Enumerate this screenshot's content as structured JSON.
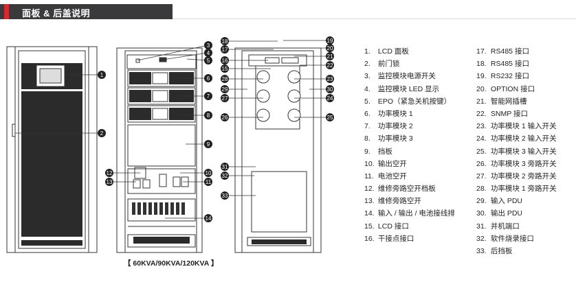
{
  "header": {
    "title": "面板 & 后盖说明"
  },
  "caption": "【 60KVA/90KVA/120KVA 】",
  "callouts_front": [
    "1",
    "2",
    "3",
    "4",
    "5",
    "6",
    "7",
    "8",
    "9",
    "10",
    "11",
    "12",
    "13",
    "14"
  ],
  "callouts_rear": [
    "15",
    "16",
    "17",
    "18",
    "19",
    "20",
    "21",
    "22",
    "23",
    "24",
    "25",
    "26",
    "27",
    "28",
    "29",
    "30",
    "31",
    "32",
    "33"
  ],
  "legend_left": [
    {
      "num": "1.",
      "label": "LCD 面板"
    },
    {
      "num": "2.",
      "label": "前门锁"
    },
    {
      "num": "3.",
      "label": "监控模块电源开关"
    },
    {
      "num": "4.",
      "label": "监控模块 LED 显示"
    },
    {
      "num": "5.",
      "label": "EPO（紧急关机按键）"
    },
    {
      "num": "6.",
      "label": "功率模块 1"
    },
    {
      "num": "7.",
      "label": "功率模块 2"
    },
    {
      "num": "8.",
      "label": "功率模块 3"
    },
    {
      "num": "9.",
      "label": "挡板"
    },
    {
      "num": "10.",
      "label": "输出空开"
    },
    {
      "num": "11.",
      "label": "电池空开"
    },
    {
      "num": "12.",
      "label": "维修旁路空开档板"
    },
    {
      "num": "13.",
      "label": "维修旁路空开"
    },
    {
      "num": "14.",
      "label": "输入 / 输出 / 电池接线排"
    },
    {
      "num": "15.",
      "label": "LCD 接口"
    },
    {
      "num": "16.",
      "label": "干接点接口"
    }
  ],
  "legend_right": [
    {
      "num": "17.",
      "label": "RS485 接口"
    },
    {
      "num": "18.",
      "label": "RS485 接口"
    },
    {
      "num": "19.",
      "label": "RS232 接口"
    },
    {
      "num": "20.",
      "label": "OPTION 接口"
    },
    {
      "num": "21.",
      "label": "智能网插槽"
    },
    {
      "num": "22.",
      "label": "SNMP 接口"
    },
    {
      "num": "23.",
      "label": "功率模块 1 输入开关"
    },
    {
      "num": "24.",
      "label": "功率模块 2 输入开关"
    },
    {
      "num": "25.",
      "label": "功率模块 3 输入开关"
    },
    {
      "num": "26.",
      "label": "功率模块 3 旁路开关"
    },
    {
      "num": "27.",
      "label": "功率模块 2 旁路开关"
    },
    {
      "num": "28.",
      "label": "功率模块 1 旁路开关"
    },
    {
      "num": "29.",
      "label": "输入 PDU"
    },
    {
      "num": "30.",
      "label": "输出 PDU"
    },
    {
      "num": "31.",
      "label": "并机端口"
    },
    {
      "num": "32.",
      "label": "软件烧录接口"
    },
    {
      "num": "33.",
      "label": "后挡板"
    }
  ],
  "colors": {
    "header_bg": "#3a3a3c",
    "accent": "#d7282f",
    "marker": "#222222",
    "line": "#333333"
  }
}
